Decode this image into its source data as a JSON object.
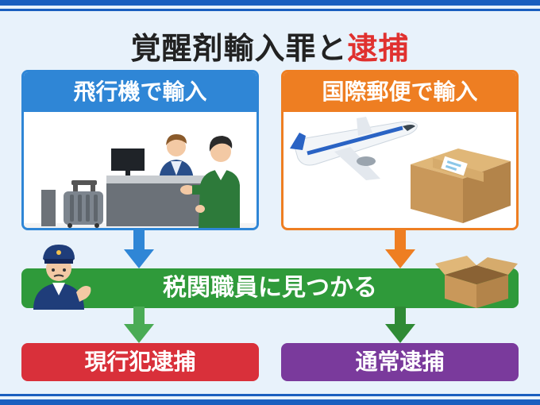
{
  "title": {
    "prefix": "覚醒剤輸入罪と",
    "highlight": "逮捕"
  },
  "routes": {
    "left": {
      "label": "飛行機で輸入",
      "color": "#2f86d6"
    },
    "right": {
      "label": "国際郵便で輸入",
      "color": "#ee7e22"
    }
  },
  "detection": {
    "label": "税関職員に見つかる",
    "color": "#2f9a3a"
  },
  "outcomes": {
    "left": {
      "label": "現行犯逮捕",
      "color": "#d9303a"
    },
    "right": {
      "label": "通常逮捕",
      "color": "#7a3a9c"
    }
  }
}
